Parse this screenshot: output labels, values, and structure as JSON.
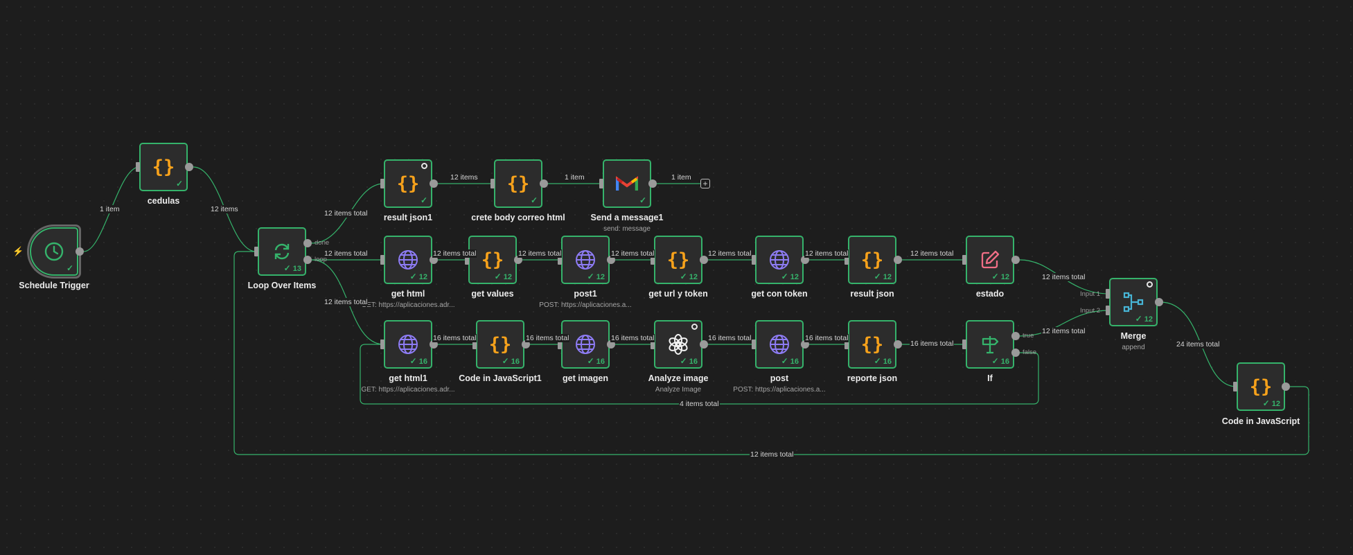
{
  "nodes": {
    "schedule": {
      "label": "Schedule Trigger"
    },
    "cedulas": {
      "label": "cedulas"
    },
    "loop": {
      "label": "Loop Over Items",
      "count": "13",
      "port_done": "done",
      "port_loop": "loop"
    },
    "result_json1": {
      "label": "result json1"
    },
    "crete_body": {
      "label": "crete body correo html"
    },
    "send_message": {
      "label": "Send a message1",
      "subtitle": "send: message"
    },
    "get_html": {
      "label": "get html",
      "subtitle": "GET: https://aplicaciones.adr...",
      "count": "12"
    },
    "get_values": {
      "label": "get values",
      "count": "12"
    },
    "post1": {
      "label": "post1",
      "subtitle": "POST: https://aplicaciones.a...",
      "count": "12"
    },
    "get_url_token": {
      "label": "get url y token",
      "count": "12"
    },
    "get_con_token": {
      "label": "get con token",
      "count": "12"
    },
    "result_json": {
      "label": "result json",
      "count": "12"
    },
    "estado": {
      "label": "estado",
      "count": "12"
    },
    "merge": {
      "label": "Merge",
      "subtitle": "append",
      "count": "12",
      "input1": "Input 1",
      "input2": "Input 2"
    },
    "get_html1": {
      "label": "get html1",
      "subtitle": "GET: https://aplicaciones.adr...",
      "count": "16"
    },
    "code_js1": {
      "label": "Code in JavaScript1",
      "count": "16"
    },
    "get_imagen": {
      "label": "get imagen",
      "count": "16"
    },
    "analyze_image": {
      "label": "Analyze image",
      "subtitle": "Analyze Image",
      "count": "16"
    },
    "post": {
      "label": "post",
      "subtitle": "POST: https://aplicaciones.a...",
      "count": "16"
    },
    "reporte_json": {
      "label": "reporte json",
      "count": "16"
    },
    "if": {
      "label": "If",
      "count": "16",
      "port_true": "true",
      "port_false": "false"
    },
    "code_js": {
      "label": "Code in JavaScript",
      "count": "12"
    }
  },
  "edges": {
    "trigger_cedulas": "1 item",
    "cedulas_loop": "12 items",
    "done_result": "12 items total",
    "result_body": "12 items",
    "body_send": "1 item",
    "send_out": "1 item",
    "loop_gethtml": "12 items total",
    "gethtml_getvalues": "12 items total",
    "getvalues_post1": "12 items total",
    "post1_geturl": "12 items total",
    "geturl_getcon": "12 items total",
    "getcon_resultjson": "12 items total",
    "resultjson_estado": "12 items total",
    "estado_merge": "12 items total",
    "loop_gethtml1": "12 items total",
    "gethtml1_code1": "16 items total",
    "code1_getimagen": "16 items total",
    "getimagen_analyze": "16 items total",
    "analyze_post": "16 items total",
    "post_reporte": "16 items total",
    "reporte_if": "16 items total",
    "if_merge": "12 items total",
    "if_false_back": "4 items total",
    "merge_code": "24 items total",
    "code_back": "12 items total"
  },
  "colors": {
    "success": "#35b36b",
    "code": "#f7a21b",
    "http": "#8e7cf5",
    "merge": "#47b5d6",
    "edit": "#f06e86",
    "trigger": "#35b36b"
  }
}
